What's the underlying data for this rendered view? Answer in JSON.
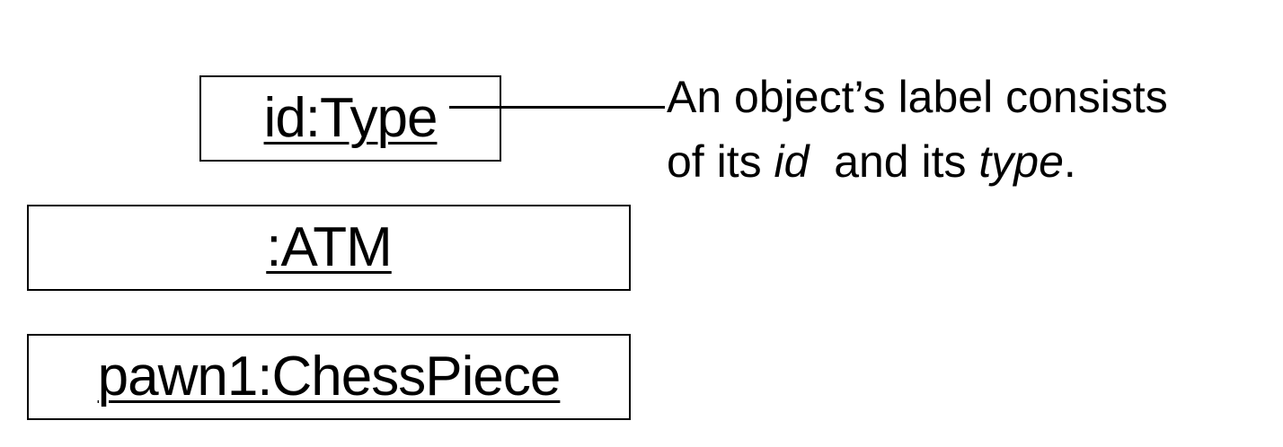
{
  "objects": [
    {
      "label": "id:Type"
    },
    {
      "label": ":ATM"
    },
    {
      "label": "pawn1:ChessPiece"
    }
  ],
  "annotation": {
    "line1": "An object’s label consists",
    "line2_prefix": "of its ",
    "id_term": "id",
    "line2_middle": "  and its ",
    "type_term": "type",
    "line2_suffix": "."
  }
}
